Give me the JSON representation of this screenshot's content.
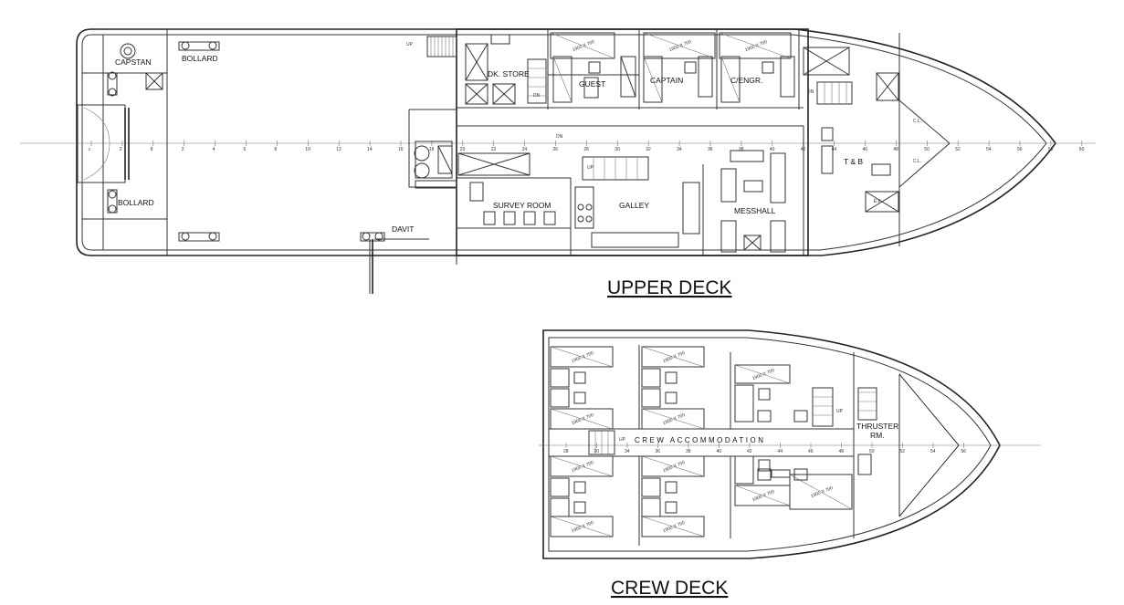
{
  "upper_deck": {
    "title": "UPPER DECK",
    "labels": {
      "capstan": "CAPSTAN",
      "bollard_top": "BOLLARD",
      "bollard_bottom": "BOLLARD",
      "davit": "DAVIT",
      "dk_store": "DK. STORE",
      "guest": "GUEST",
      "captain": "CAPTAIN",
      "c_engr": "C/ENGR.",
      "survey_room": "SURVEY ROOM",
      "galley": "GALLEY",
      "messhall": "MESSHALL",
      "t_and_b": "T & B",
      "up1": "UP",
      "up2": "UP",
      "dn1": "DN",
      "dn2": "DN",
      "dn3": "DN",
      "cl1": "C.L.",
      "cl2": "C.L.",
      "ef": "E.F."
    },
    "frames": [
      "c",
      "2",
      "8",
      "2",
      "4",
      "6",
      "8",
      "10",
      "12",
      "14",
      "16",
      "18",
      "20",
      "22",
      "24",
      "26",
      "28",
      "30",
      "32",
      "34",
      "36",
      "38",
      "40",
      "42",
      "44",
      "46",
      "48",
      "50",
      "52",
      "54",
      "56",
      "58",
      "60"
    ],
    "bunk_text": "1900 X 700\n(1 X)"
  },
  "crew_deck": {
    "title": "CREW DECK",
    "labels": {
      "crew_accommodation": "CREW ACCOMMODATION",
      "thruster": "THRUSTER",
      "thruster_rm": "RM.",
      "up1": "UP",
      "up2": "UP"
    },
    "frames": [
      "28",
      "30",
      "34",
      "36",
      "38",
      "40",
      "42",
      "44",
      "46",
      "48",
      "50",
      "52",
      "54",
      "56"
    ],
    "bunk_text": "1900 X 700\n(1 X)"
  }
}
